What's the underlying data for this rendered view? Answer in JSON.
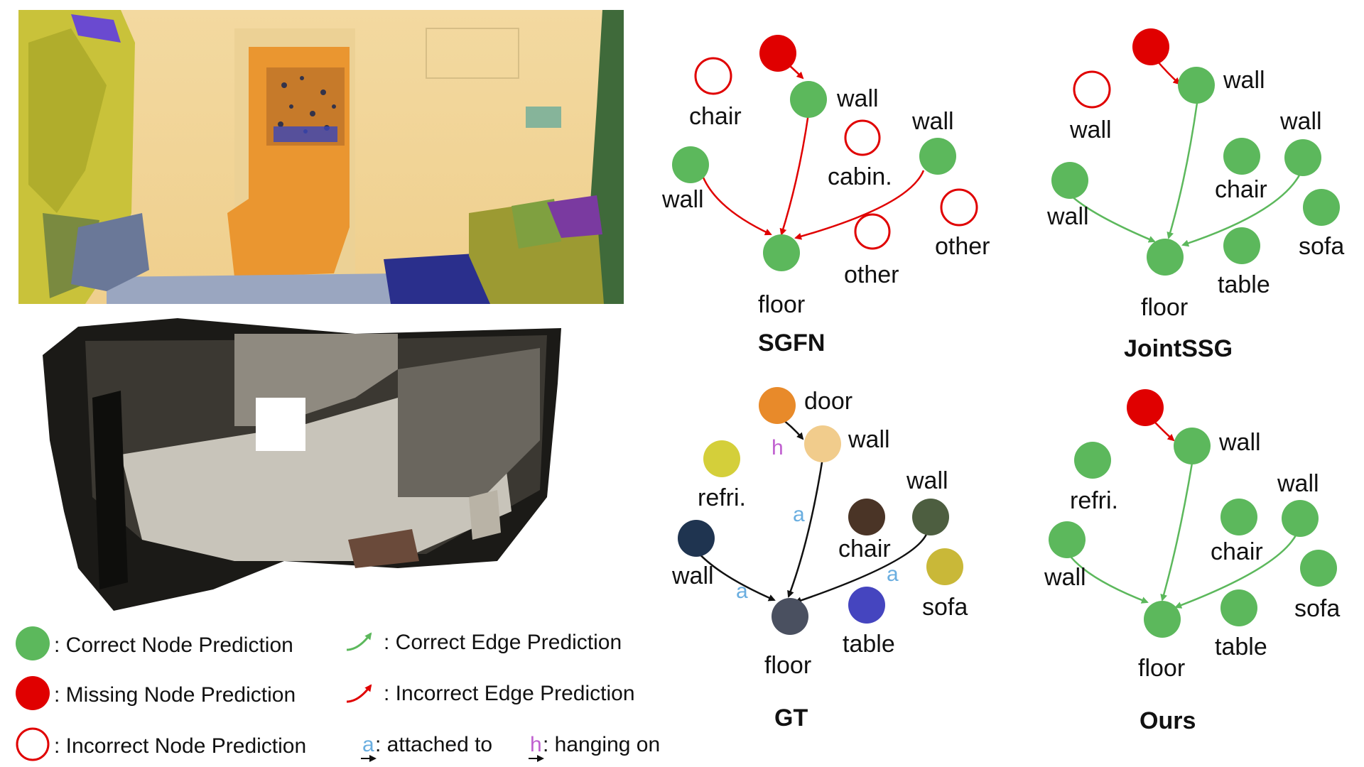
{
  "colors": {
    "correct": "#5cb85c",
    "missing": "#e00000",
    "incorrect_stroke": "#e00000",
    "gt_edge": "#111111",
    "label_attached": "#6aaee0",
    "label_hanging": "#c060d0"
  },
  "graphs": {
    "sgfn": {
      "title": "SGFN",
      "labels": [
        "chair",
        "wall",
        "wall",
        "wall",
        "cabin.",
        "other",
        "other",
        "floor"
      ]
    },
    "jointssg": {
      "title": "JointSSG",
      "labels": [
        "wall",
        "wall",
        "wall",
        "wall",
        "chair",
        "sofa",
        "table",
        "floor"
      ]
    },
    "gt": {
      "title": "GT",
      "labels": [
        "door",
        "wall",
        "refri.",
        "wall",
        "wall",
        "chair",
        "sofa",
        "table",
        "floor"
      ],
      "edge_labels": [
        "h",
        "a",
        "a",
        "a"
      ],
      "node_colors": [
        "#e88a2a",
        "#f1cc8c",
        "#d4cf3a",
        "#1f3450",
        "#4d5e40",
        "#4a3426",
        "#c9b838",
        "#4545bf",
        "#4a5060"
      ]
    },
    "ours": {
      "title": "Ours",
      "labels": [
        "wall",
        "refri.",
        "wall",
        "wall",
        "chair",
        "sofa",
        "table",
        "floor"
      ]
    }
  },
  "legend": {
    "correct_node": ": Correct Node Prediction",
    "missing_node": ": Missing Node Prediction",
    "incorrect_node": ": Incorrect Node Prediction",
    "correct_edge": ": Correct Edge Prediction",
    "incorrect_edge": ": Incorrect Edge Prediction",
    "attached_symbol": "a",
    "attached_text": ": attached to",
    "hanging_symbol": "h",
    "hanging_text": ": hanging on"
  }
}
